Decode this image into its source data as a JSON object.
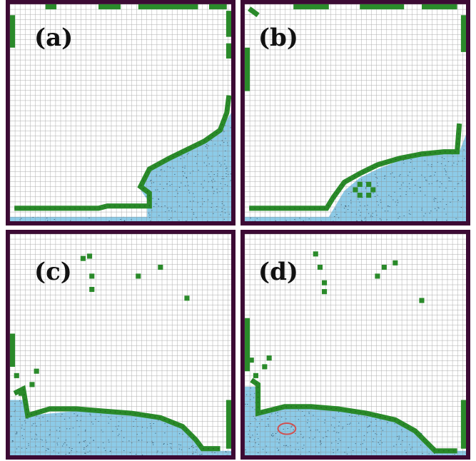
{
  "figure": {
    "panels": [
      {
        "label": "(a)",
        "fluid_boundary": [
          [
            0,
            0.98
          ],
          [
            0.62,
            0.98
          ],
          [
            0.62,
            0.9
          ],
          [
            0.58,
            0.84
          ],
          [
            0.63,
            0.75
          ],
          [
            0.72,
            0.7
          ],
          [
            0.8,
            0.66
          ],
          [
            0.88,
            0.62
          ],
          [
            0.95,
            0.58
          ],
          [
            1,
            0.5
          ],
          [
            1,
            1
          ],
          [
            0,
            1
          ]
        ],
        "green_path": [
          [
            0.02,
            0.94
          ],
          [
            0.4,
            0.94
          ],
          [
            0.44,
            0.93
          ],
          [
            0.63,
            0.93
          ],
          [
            0.63,
            0.87
          ],
          [
            0.59,
            0.84
          ],
          [
            0.63,
            0.76
          ],
          [
            0.72,
            0.71
          ],
          [
            0.8,
            0.67
          ],
          [
            0.88,
            0.63
          ],
          [
            0.95,
            0.58
          ],
          [
            0.98,
            0.5
          ],
          [
            0.99,
            0.42
          ]
        ],
        "wall_segments": [
          [
            [
              0.16,
              0
            ],
            [
              0.21,
              0
            ]
          ],
          [
            [
              0.4,
              0
            ],
            [
              0.5,
              0
            ]
          ],
          [
            [
              0.58,
              0
            ],
            [
              0.85,
              0
            ]
          ],
          [
            [
              0.9,
              0
            ],
            [
              0.98,
              0
            ]
          ],
          [
            [
              0,
              0.05
            ],
            [
              0,
              0.2
            ]
          ],
          [
            [
              1,
              0.03
            ],
            [
              1,
              0.15
            ]
          ],
          [
            [
              1,
              0.18
            ],
            [
              1,
              0.25
            ]
          ]
        ],
        "green_cells": [],
        "marker_ellipse": null
      },
      {
        "label": "(b)",
        "fluid_boundary": [
          [
            0,
            0.98
          ],
          [
            0.38,
            0.98
          ],
          [
            0.45,
            0.86
          ],
          [
            0.52,
            0.8
          ],
          [
            0.6,
            0.76
          ],
          [
            0.7,
            0.72
          ],
          [
            0.8,
            0.7
          ],
          [
            0.9,
            0.68
          ],
          [
            0.97,
            0.68
          ],
          [
            1,
            0.6
          ],
          [
            1,
            1
          ],
          [
            0,
            1
          ]
        ],
        "green_path": [
          [
            0.02,
            0.94
          ],
          [
            0.37,
            0.94
          ],
          [
            0.4,
            0.89
          ],
          [
            0.45,
            0.82
          ],
          [
            0.52,
            0.78
          ],
          [
            0.6,
            0.74
          ],
          [
            0.7,
            0.71
          ],
          [
            0.8,
            0.69
          ],
          [
            0.9,
            0.68
          ],
          [
            0.96,
            0.68
          ],
          [
            0.97,
            0.55
          ]
        ],
        "wall_segments": [
          [
            [
              0.02,
              0.02
            ],
            [
              0.06,
              0.05
            ]
          ],
          [
            [
              0.22,
              0
            ],
            [
              0.38,
              0
            ]
          ],
          [
            [
              0.52,
              0
            ],
            [
              0.72,
              0
            ]
          ],
          [
            [
              0.8,
              0
            ],
            [
              0.96,
              0
            ]
          ],
          [
            [
              0,
              0.2
            ],
            [
              0,
              0.4
            ]
          ],
          [
            [
              1,
              0.05
            ],
            [
              1,
              0.22
            ]
          ]
        ],
        "green_cells": [
          [
            0.52,
            0.83
          ],
          [
            0.56,
            0.83
          ],
          [
            0.52,
            0.88
          ],
          [
            0.56,
            0.88
          ],
          [
            0.5,
            0.855
          ],
          [
            0.58,
            0.855
          ]
        ],
        "marker_ellipse": null
      },
      {
        "label": "(c)",
        "fluid_boundary": [
          [
            0,
            0.75
          ],
          [
            0.06,
            0.75
          ],
          [
            0.08,
            0.82
          ],
          [
            0.3,
            0.8
          ],
          [
            0.55,
            0.81
          ],
          [
            0.7,
            0.83
          ],
          [
            0.8,
            0.88
          ],
          [
            0.86,
            0.95
          ],
          [
            0.88,
            0.98
          ],
          [
            1,
            0.98
          ],
          [
            1,
            1
          ],
          [
            0,
            1
          ]
        ],
        "green_path": [
          [
            0.02,
            0.72
          ],
          [
            0.06,
            0.7
          ],
          [
            0.08,
            0.82
          ],
          [
            0.18,
            0.79
          ],
          [
            0.3,
            0.79
          ],
          [
            0.42,
            0.8
          ],
          [
            0.55,
            0.81
          ],
          [
            0.68,
            0.83
          ],
          [
            0.78,
            0.87
          ],
          [
            0.84,
            0.93
          ],
          [
            0.87,
            0.97
          ],
          [
            0.95,
            0.97
          ]
        ],
        "wall_segments": [
          [
            [
              0,
              0.45
            ],
            [
              0,
              0.6
            ]
          ],
          [
            [
              1,
              0.75
            ],
            [
              1,
              0.97
            ]
          ]
        ],
        "green_cells": [
          [
            0.33,
            0.11
          ],
          [
            0.36,
            0.1
          ],
          [
            0.37,
            0.19
          ],
          [
            0.37,
            0.25
          ],
          [
            0.58,
            0.19
          ],
          [
            0.68,
            0.15
          ],
          [
            0.8,
            0.29
          ],
          [
            0.12,
            0.62
          ],
          [
            0.1,
            0.68
          ],
          [
            0.05,
            0.72
          ],
          [
            0.03,
            0.64
          ]
        ],
        "marker_ellipse": null
      },
      {
        "label": "(d)",
        "fluid_boundary": [
          [
            0,
            0.69
          ],
          [
            0.05,
            0.69
          ],
          [
            0.06,
            0.8
          ],
          [
            0.2,
            0.78
          ],
          [
            0.4,
            0.79
          ],
          [
            0.55,
            0.81
          ],
          [
            0.7,
            0.84
          ],
          [
            0.8,
            0.9
          ],
          [
            0.85,
            0.98
          ],
          [
            1,
            0.98
          ],
          [
            1,
            1
          ],
          [
            0,
            1
          ]
        ],
        "green_path": [
          [
            0.03,
            0.66
          ],
          [
            0.06,
            0.68
          ],
          [
            0.06,
            0.81
          ],
          [
            0.18,
            0.78
          ],
          [
            0.3,
            0.78
          ],
          [
            0.42,
            0.79
          ],
          [
            0.55,
            0.81
          ],
          [
            0.68,
            0.84
          ],
          [
            0.77,
            0.89
          ],
          [
            0.83,
            0.95
          ],
          [
            0.86,
            0.98
          ],
          [
            0.96,
            0.98
          ]
        ],
        "wall_segments": [
          [
            [
              0,
              0.38
            ],
            [
              0,
              0.62
            ]
          ],
          [
            [
              1,
              0.75
            ],
            [
              1,
              0.97
            ]
          ]
        ],
        "green_cells": [
          [
            0.32,
            0.09
          ],
          [
            0.34,
            0.15
          ],
          [
            0.36,
            0.22
          ],
          [
            0.36,
            0.26
          ],
          [
            0.6,
            0.19
          ],
          [
            0.63,
            0.15
          ],
          [
            0.68,
            0.13
          ],
          [
            0.8,
            0.3
          ],
          [
            0.09,
            0.6
          ],
          [
            0.11,
            0.56
          ],
          [
            0.05,
            0.64
          ],
          [
            0.03,
            0.57
          ]
        ],
        "marker_ellipse": [
          0.19,
          0.88,
          0.04,
          0.025
        ]
      }
    ],
    "colors": {
      "frame": "#3c0a34",
      "grid_line": "#8a8a8a",
      "background": "#ffffff",
      "fluid": "#8ccbe8",
      "fluid_speckle": "#1c3a52",
      "interface": "#2a8a2a",
      "interface_dark": "#1a5a1a",
      "marker": "#d05050"
    }
  }
}
